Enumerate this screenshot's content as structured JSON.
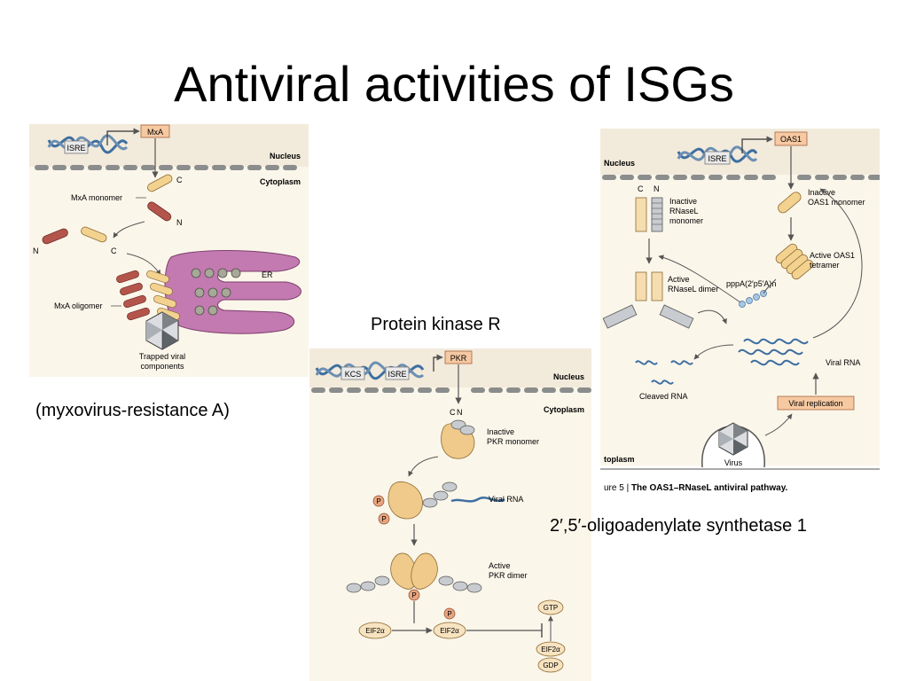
{
  "slide": {
    "title": "Antiviral activities of ISGs",
    "caption_mxa": "(myxovirus-resistance A)",
    "caption_pkr": "Protein kinase R",
    "caption_oas1": "2′,5′-oligoadenylate synthetase 1"
  },
  "mxa_panel": {
    "gene": "MxA",
    "promoter": "ISRE",
    "nucleus": "Nucleus",
    "cytoplasm": "Cytoplasm",
    "monomer": "MxA monomer",
    "c": "C",
    "n": "N",
    "oligomer": "MxA oligomer",
    "er": "ER",
    "trapped_1": "Trapped viral",
    "trapped_2": "components"
  },
  "pkr_panel": {
    "gene": "PKR",
    "promoter_1": "KCS",
    "promoter_2": "ISRE",
    "nucleus": "Nucleus",
    "cytoplasm": "Cytoplasm",
    "c": "C",
    "n": "N",
    "inactive_1": "Inactive",
    "inactive_2": "PKR monomer",
    "viral_rna": "Viral RNA",
    "active_1": "Active",
    "active_2": "PKR dimer",
    "p": "P",
    "eif2a": "EIF2α",
    "gtp": "GTP",
    "gdp": "GDP"
  },
  "oas_panel": {
    "gene": "OAS1",
    "promoter": "ISRE",
    "nucleus": "Nucleus",
    "c": "C",
    "n": "N",
    "rnasel_inactive_1": "Inactive",
    "rnasel_inactive_2": "RNaseL",
    "rnasel_inactive_3": "monomer",
    "oas_inactive_1": "Inactive",
    "oas_inactive_2": "OAS1 monomer",
    "oas_active_1": "Active OAS1",
    "oas_active_2": "tetramer",
    "rnasel_active_1": "Active",
    "rnasel_active_2": "RNaseL dimer",
    "pppa": "pppA(2′p5′A)n",
    "viral_rna": "Viral RNA",
    "cleaved_rna": "Cleaved RNA",
    "viral_replication": "Viral replication",
    "cytoplasm_partial": "toplasm",
    "virus": "Virus",
    "figure_prefix": "ure 5 | ",
    "figure_title": "The OAS1–RNaseL antiviral pathway."
  },
  "colors": {
    "panel_bg": "#fbf6ea",
    "membrane": "#8a8d8c",
    "gene_box": "#f6c9a2",
    "mxa_yellow": "#f3d290",
    "mxa_red": "#b4554b",
    "er_purple": "#c27ab0",
    "pkr_tan": "#efca8a",
    "phospho": "#e8a57e",
    "arrow": "#555555"
  }
}
